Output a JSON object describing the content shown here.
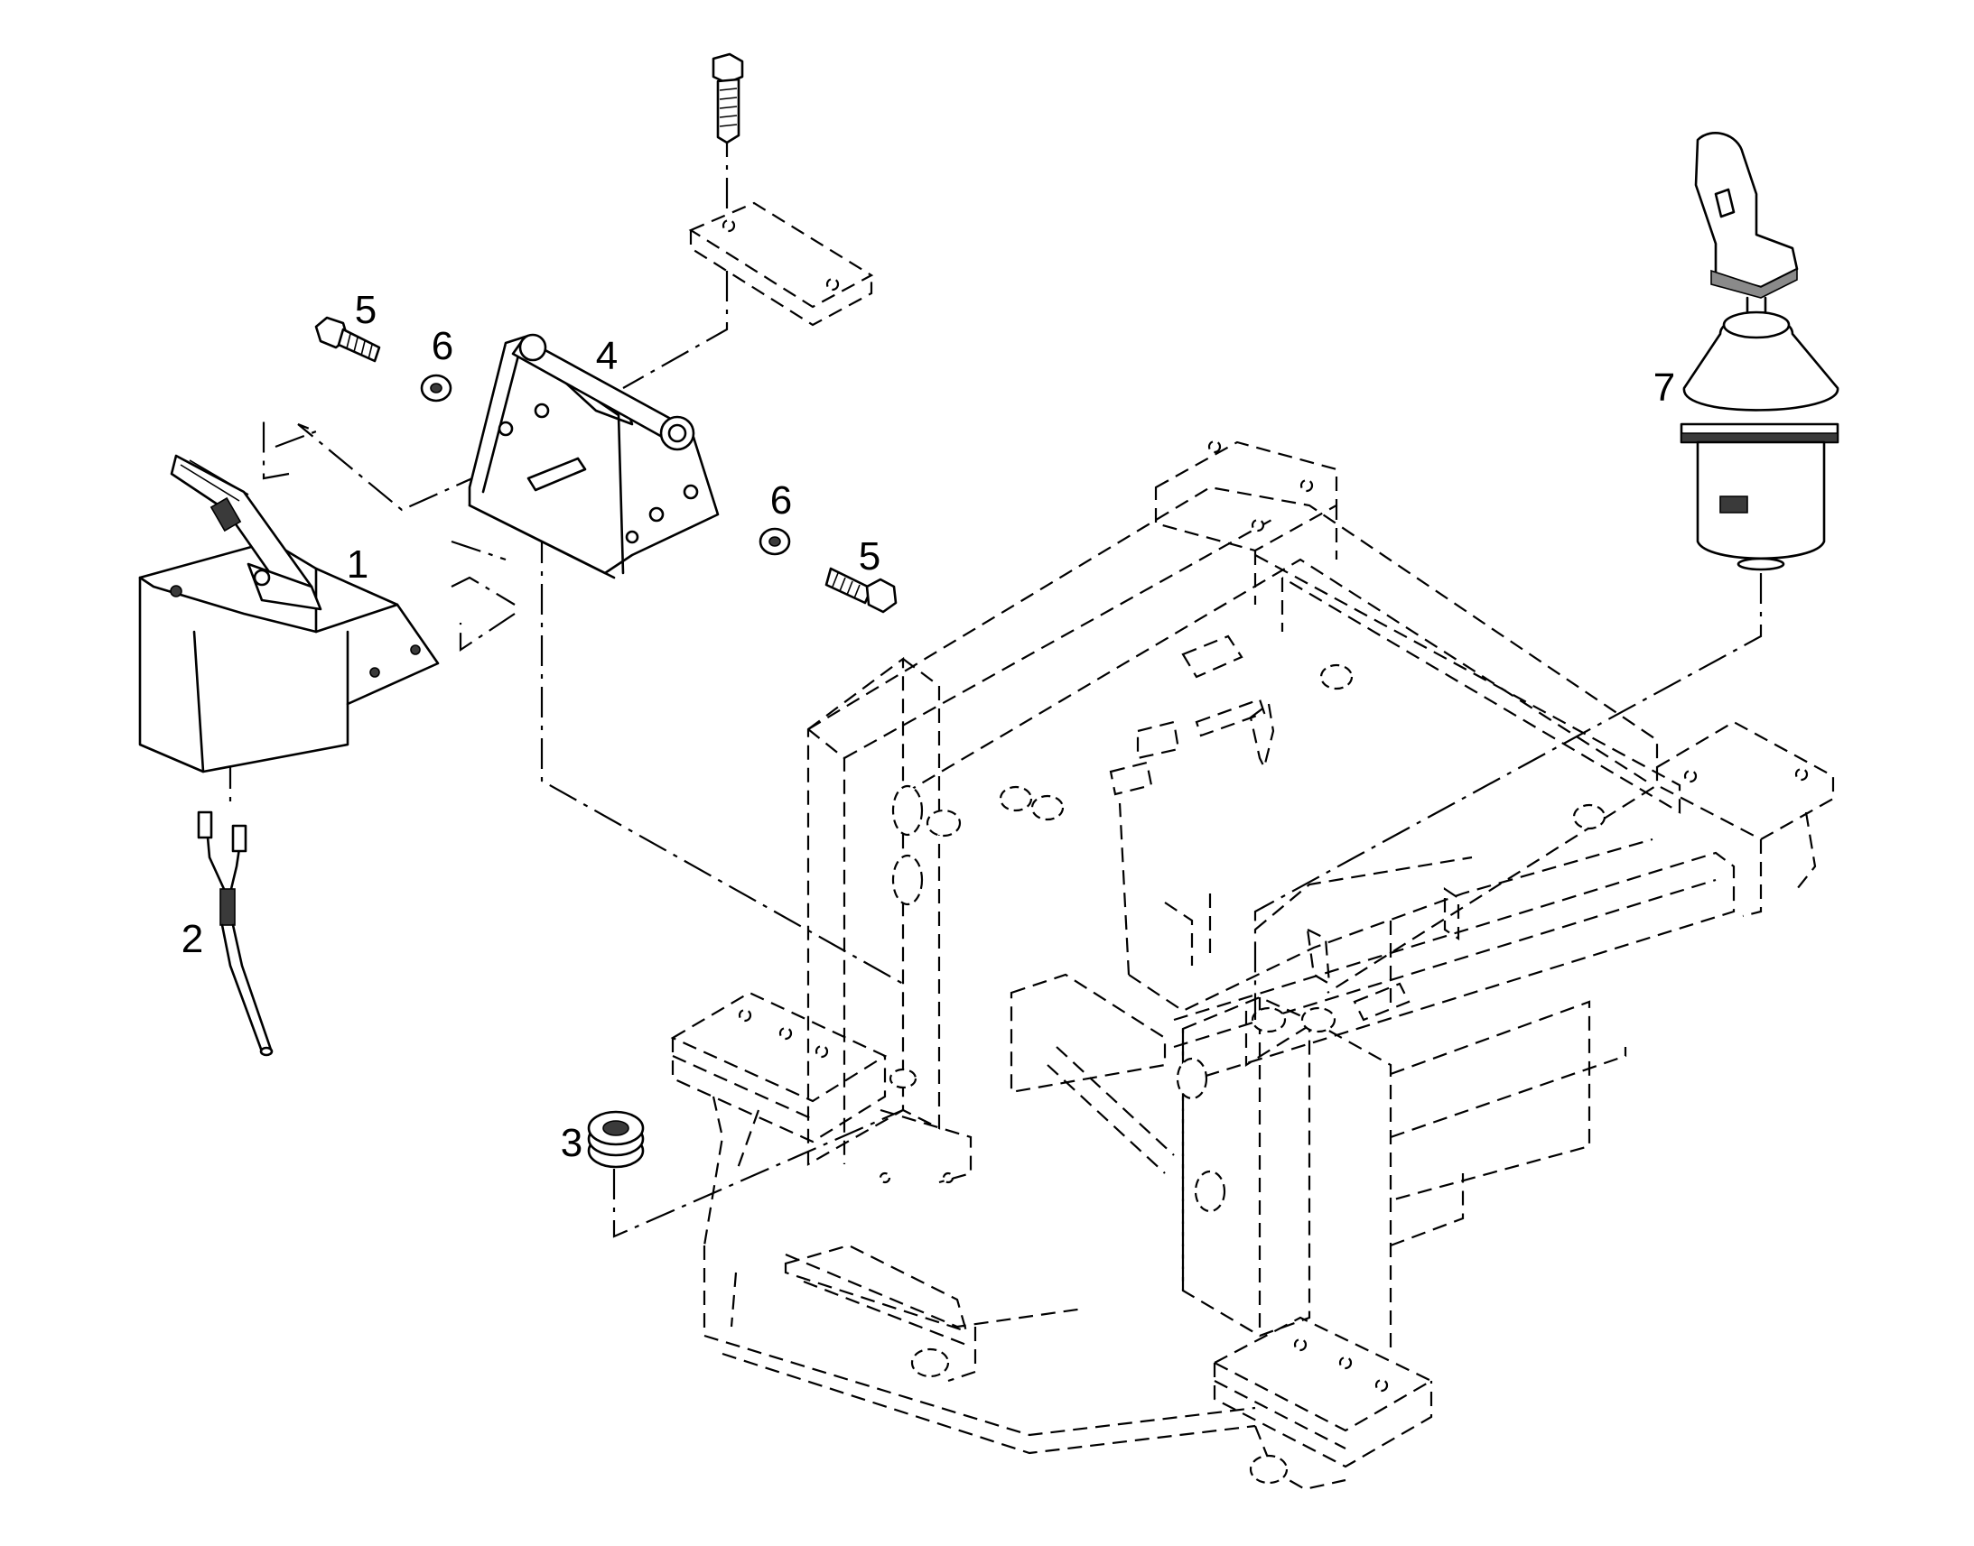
{
  "figure": "Exploded parts diagram",
  "callouts": [
    {
      "id": "c1",
      "label": "1"
    },
    {
      "id": "c2",
      "label": "2"
    },
    {
      "id": "c3",
      "label": "3"
    },
    {
      "id": "c4",
      "label": "4"
    },
    {
      "id": "c5a",
      "label": "5"
    },
    {
      "id": "c5b",
      "label": "5"
    },
    {
      "id": "c6a",
      "label": "6"
    },
    {
      "id": "c6b",
      "label": "6"
    },
    {
      "id": "c7",
      "label": "7"
    }
  ]
}
